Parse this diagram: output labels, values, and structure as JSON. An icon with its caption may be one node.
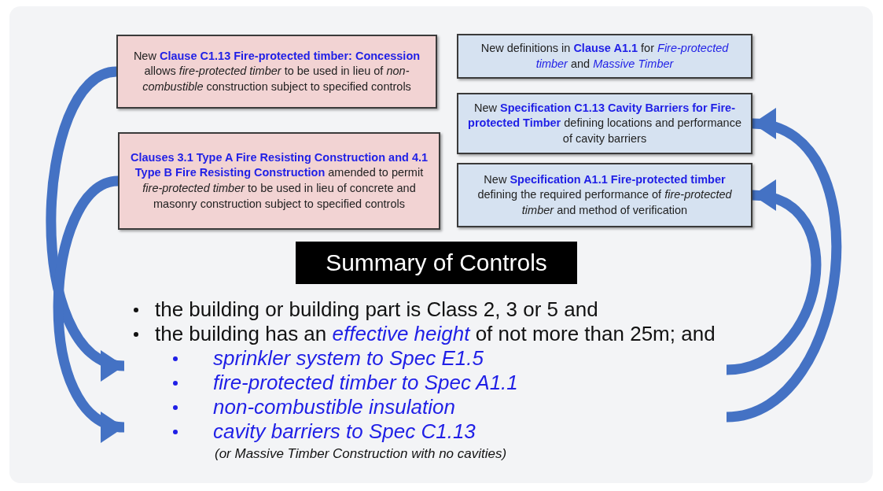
{
  "diagram": {
    "nodes": [
      {
        "text": [
          "New **Clause C1.13 Fire-protected timber: Concession** allows *fire-protected timber* to be used in lieu of *non-combustible* construction subject to specified controls"
        ]
      },
      {
        "text": [
          "**Clauses 3.1 Type A Fire Resisting Construction and 4.1 Type B Fire Resisting Construction** amended to permit *fire-protected timber* to be used in lieu of concrete and masonry construction subject to specified controls"
        ]
      },
      {
        "text": [
          "New definitions in **Clause A1.1** for *Fire-protected timber* and *Massive Timber*"
        ]
      },
      {
        "text": [
          "New **Specification C1.13 Cavity Barriers for Fire-protected Timber** defining locations and performance of cavity barriers"
        ]
      },
      {
        "text": [
          "New **Specification A1.1 Fire-protected timber** defining the required performance of *fire-protected timber* and method of verification"
        ]
      },
      {
        "text": [
          "Summary of Controls"
        ]
      },
      {
        "text": [
          "the building or building part is Class 2, 3 or 5 and",
          "the building has an *effective height* of not more than 25m; and",
          "sprinkler system to Spec E1.5",
          "fire-protected timber to Spec A1.1",
          "non-combustible insulation",
          "cavity barriers to Spec C1.13",
          "(or Massive Timber Construction with no cavities)"
        ]
      }
    ],
    "edges": [
      {
        "from": 0,
        "to": 6,
        "arrow": "to"
      },
      {
        "from": 1,
        "to": 6,
        "arrow": "to"
      },
      {
        "from": 6,
        "to": 3,
        "arrow": "to"
      },
      {
        "from": 6,
        "to": 4,
        "arrow": "to"
      }
    ]
  }
}
